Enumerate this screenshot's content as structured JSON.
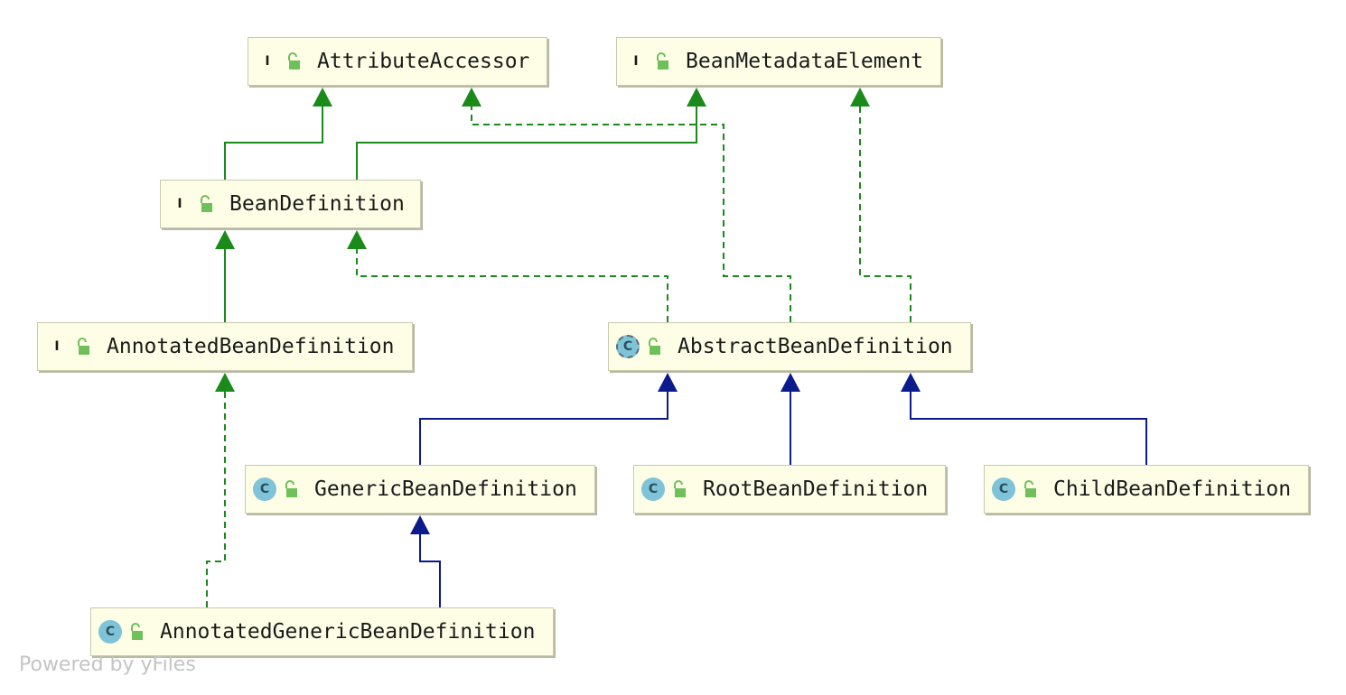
{
  "diagram": {
    "nodes": [
      {
        "id": "attribute-accessor",
        "kind": "interface",
        "badge": "I",
        "label": "AttributeAccessor"
      },
      {
        "id": "bean-metadata-element",
        "kind": "interface",
        "badge": "I",
        "label": "BeanMetadataElement"
      },
      {
        "id": "bean-definition",
        "kind": "interface",
        "badge": "I",
        "label": "BeanDefinition"
      },
      {
        "id": "annotated-bean-definition",
        "kind": "interface",
        "badge": "I",
        "label": "AnnotatedBeanDefinition"
      },
      {
        "id": "abstract-bean-definition",
        "kind": "abstract-class",
        "badge": "C",
        "label": "AbstractBeanDefinition"
      },
      {
        "id": "generic-bean-definition",
        "kind": "class",
        "badge": "C",
        "label": "GenericBeanDefinition"
      },
      {
        "id": "root-bean-definition",
        "kind": "class",
        "badge": "C",
        "label": "RootBeanDefinition"
      },
      {
        "id": "child-bean-definition",
        "kind": "class",
        "badge": "C",
        "label": "ChildBeanDefinition"
      },
      {
        "id": "annotated-generic-bean-definition",
        "kind": "class",
        "badge": "C",
        "label": "AnnotatedGenericBeanDefinition"
      }
    ],
    "edges": [
      {
        "from": "bean-definition",
        "to": "attribute-accessor",
        "type": "extends-interface"
      },
      {
        "from": "bean-definition",
        "to": "bean-metadata-element",
        "type": "extends-interface"
      },
      {
        "from": "annotated-bean-definition",
        "to": "bean-definition",
        "type": "extends-interface"
      },
      {
        "from": "abstract-bean-definition",
        "to": "bean-definition",
        "type": "implements"
      },
      {
        "from": "abstract-bean-definition",
        "to": "attribute-accessor",
        "type": "implements"
      },
      {
        "from": "abstract-bean-definition",
        "to": "bean-metadata-element",
        "type": "implements"
      },
      {
        "from": "generic-bean-definition",
        "to": "abstract-bean-definition",
        "type": "extends-class"
      },
      {
        "from": "root-bean-definition",
        "to": "abstract-bean-definition",
        "type": "extends-class"
      },
      {
        "from": "child-bean-definition",
        "to": "abstract-bean-definition",
        "type": "extends-class"
      },
      {
        "from": "annotated-generic-bean-definition",
        "to": "generic-bean-definition",
        "type": "extends-class"
      },
      {
        "from": "annotated-generic-bean-definition",
        "to": "annotated-bean-definition",
        "type": "implements"
      }
    ]
  },
  "colors": {
    "interface_edge": "#1a8a1a",
    "class_edge": "#0b1a8c",
    "node_fill": "#fefee6",
    "lock_icon": "#6fbf5b"
  },
  "icons": {
    "visibility": "unlocked-icon"
  },
  "watermark": "Powered by yFiles"
}
